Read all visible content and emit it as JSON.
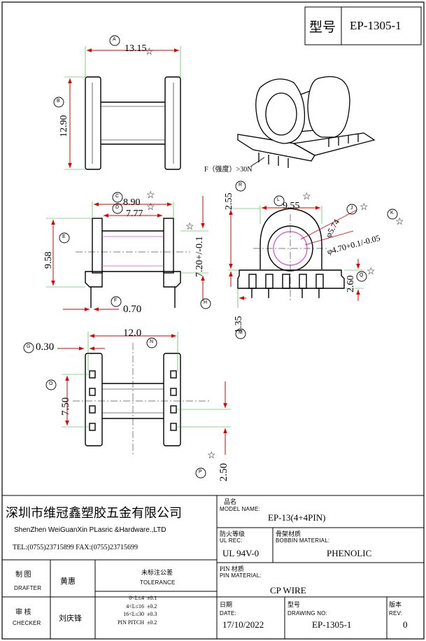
{
  "header": {
    "model_label": "型号",
    "model_value": "EP-1305-1"
  },
  "views": {
    "force_note": "F（强度）>30N",
    "dims": {
      "d_13_15": "13.15",
      "d_12_90": "12.90",
      "d_8_90": "8.90",
      "d_7_77": "7.77",
      "d_9_58": "9.58",
      "d_7_20": "7.20+/-0.1",
      "d_0_70": "0.70",
      "d_2_55": "2.55",
      "d_9_55": "9.55",
      "d_5_74": "φ5.74",
      "d_4_70": "φ4.70+0.1/-0.05",
      "d_2_60": "2.60",
      "d_1_35": "1.35",
      "d_0_30": "0.30",
      "d_12_0": "12.0",
      "d_7_50": "7.50",
      "d_2_50": "2.50"
    },
    "balloons": {
      "A": "A",
      "B": "B",
      "C": "C",
      "D": "D",
      "E": "E",
      "F": "F",
      "H": "H",
      "R": "R",
      "L": "L",
      "J": "J",
      "K": "K",
      "Q": "Q",
      "M": "M",
      "G": "G",
      "N": "N",
      "O": "O",
      "P": "P"
    },
    "star": "☆"
  },
  "title_block": {
    "company_cn": "深圳市维冠鑫塑胶五金有限公司",
    "company_en": "ShenZhen WeiGuanXin PLasric &Hardware.,LTD",
    "contact": "TEL:(0755)23715899  FAX:(0755)23715699",
    "name_cn": "品名",
    "name_en": "MODEL NAME:",
    "name_value": "EP-13(4+4PIN)",
    "fire_cn": "防火等级",
    "fire_en": "UL REC:",
    "fire_value": "UL 94V-0",
    "bobbin_cn": "骨架材质",
    "bobbin_en": "BOBBIN MATERIAL:",
    "bobbin_value": "PHENOLIC",
    "drafter_cn": "制  图",
    "drafter_en": "DRAFTER",
    "drafter_value": "黄惠",
    "tolerance_cn": "未标注公差",
    "tolerance_en": "TOLERANCE",
    "tol_rows": [
      {
        "range": "0<L≤4",
        "value": "±0.1"
      },
      {
        "range": "4<L≤16",
        "value": "±0.2"
      },
      {
        "range": "16<L≤30",
        "value": "±0.3"
      },
      {
        "range": "PIN PITCH",
        "value": "±0.2"
      }
    ],
    "pin_cn": "PIN 材质",
    "pin_en": "PIN MATERIAL:",
    "pin_value": "CP WIRE",
    "checker_cn": "审  核",
    "checker_en": "CHECKER",
    "checker_value": "刘庆锋",
    "date_cn": "日期",
    "date_en": "DATE:",
    "date_value": "17/10/2022",
    "drawing_cn": "型号",
    "drawing_en": "DRAWING NO:",
    "drawing_value": "EP-1305-1",
    "rev_cn": "版本",
    "rev_en": "REV:",
    "rev_value": "0"
  }
}
